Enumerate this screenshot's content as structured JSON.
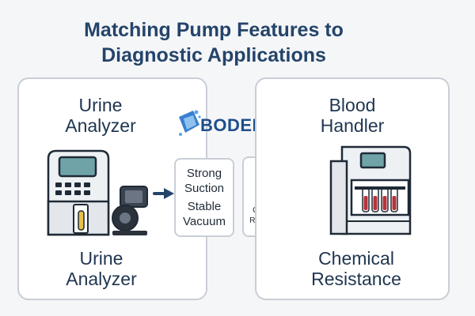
{
  "title_line1": "Matching Pump Features to",
  "title_line2": "Diagnostic Applications",
  "left_panel": {
    "top_label_line1": "Urine",
    "top_label_line2": "Analyzer",
    "bottom_label_line1": "Urine",
    "bottom_label_line2": "Analyzer"
  },
  "right_panel": {
    "top_label_line1": "Blood",
    "top_label_line2": "Handler",
    "bottom_label_line1": "Chemical",
    "bottom_label_line2": "Resistance"
  },
  "features": [
    "Strong",
    "Suction",
    "Stable",
    "Vacuum"
  ],
  "flask_label_line1": "Chemical",
  "flask_label_line2": "Resistance",
  "logo_text": "BODENFLO",
  "colors": {
    "title": "#24446a",
    "outline": "#1f2a36",
    "screen": "#6fa3a8",
    "accent_yellow": "#e7c04a",
    "accent_red": "#b8333a"
  },
  "icons": [
    "urine-analyzer-icon",
    "pump-icon",
    "arrow-right-icon",
    "flask-icon",
    "blood-handler-icon",
    "logo-icon"
  ]
}
